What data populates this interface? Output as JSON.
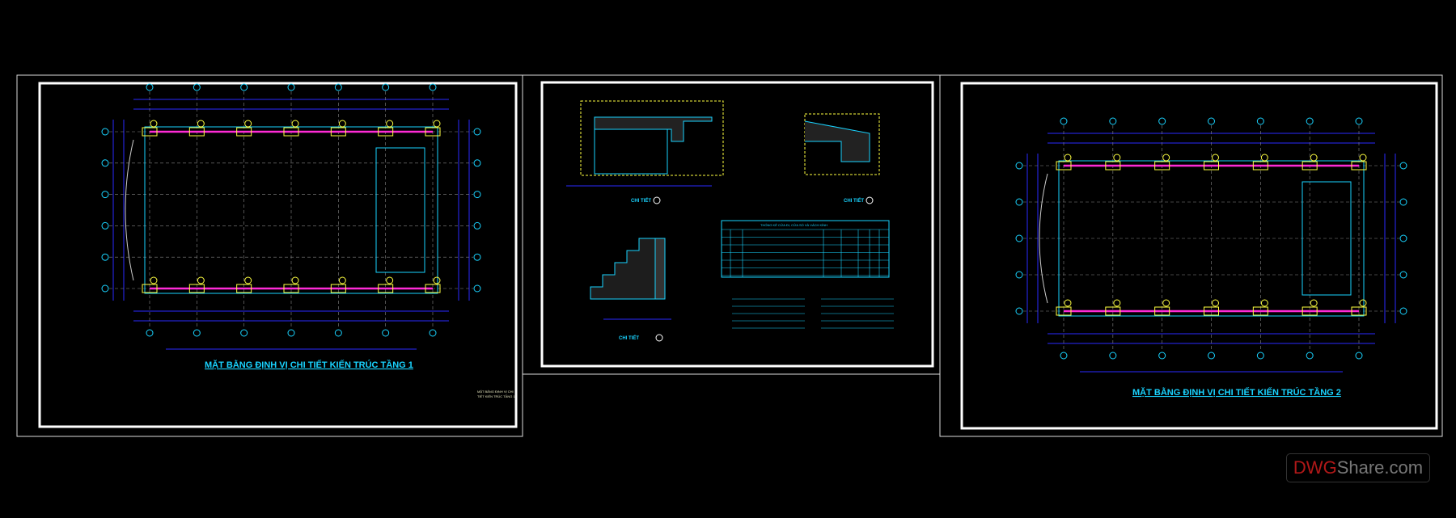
{
  "drawing": {
    "sheet_left": {
      "title": "MẶT BẰNG ĐỊNH VỊ CHI TIẾT KIẾN TRÚC TẦNG 1",
      "note_lines": [
        "MẶT BẰNG ĐỊNH VỊ CHI",
        "TIẾT KIẾN TRÚC TẦNG 1"
      ]
    },
    "sheet_middle": {
      "detail_labels": [
        "CHI TIẾT",
        "CHI TIẾT",
        "CHI TIẾT"
      ],
      "table_title": "THỐNG KÊ CỬA ĐI, CỬA SỔ VÀ VÁCH KÍNH"
    },
    "sheet_right": {
      "title": "MẶT BẰNG ĐỊNH VỊ CHI TIẾT KIẾN TRÚC TẦNG 2"
    }
  },
  "watermark": {
    "brand_red": "DWG",
    "brand_gray": "Share.com"
  },
  "colors": {
    "background": "#000000",
    "dimension": "#2a2aff",
    "axis": "#19d3ff",
    "wall": "#ff2bd6",
    "column": "#ffff40",
    "frame": "#ffffff"
  }
}
